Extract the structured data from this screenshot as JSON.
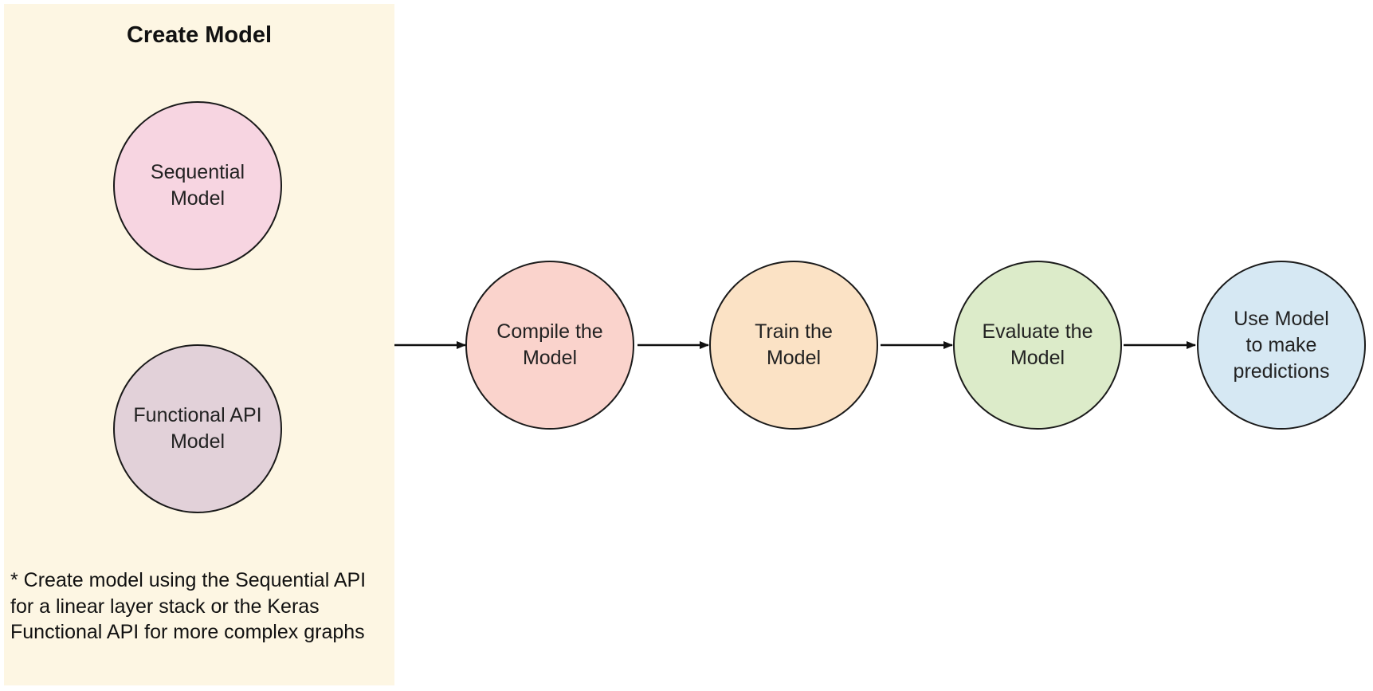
{
  "create_model": {
    "title": "Create Model",
    "nodes": [
      {
        "label": "Sequential\nModel",
        "color": "#f7d5e1"
      },
      {
        "label": "Functional API\nModel",
        "color": "#e2d1d9"
      }
    ],
    "note": "* Create model using the Sequential API for a linear layer stack or the Keras Functional API for more complex graphs",
    "panel_color": "#fdf6e3"
  },
  "workflow": {
    "steps": [
      {
        "label": "Compile the\nModel",
        "color": "#fad3cc"
      },
      {
        "label": "Train the\nModel",
        "color": "#fbe2c5"
      },
      {
        "label": "Evaluate the\nModel",
        "color": "#dcebc9"
      },
      {
        "label": "Use Model\nto make\npredictions",
        "color": "#d6e8f3"
      }
    ]
  }
}
